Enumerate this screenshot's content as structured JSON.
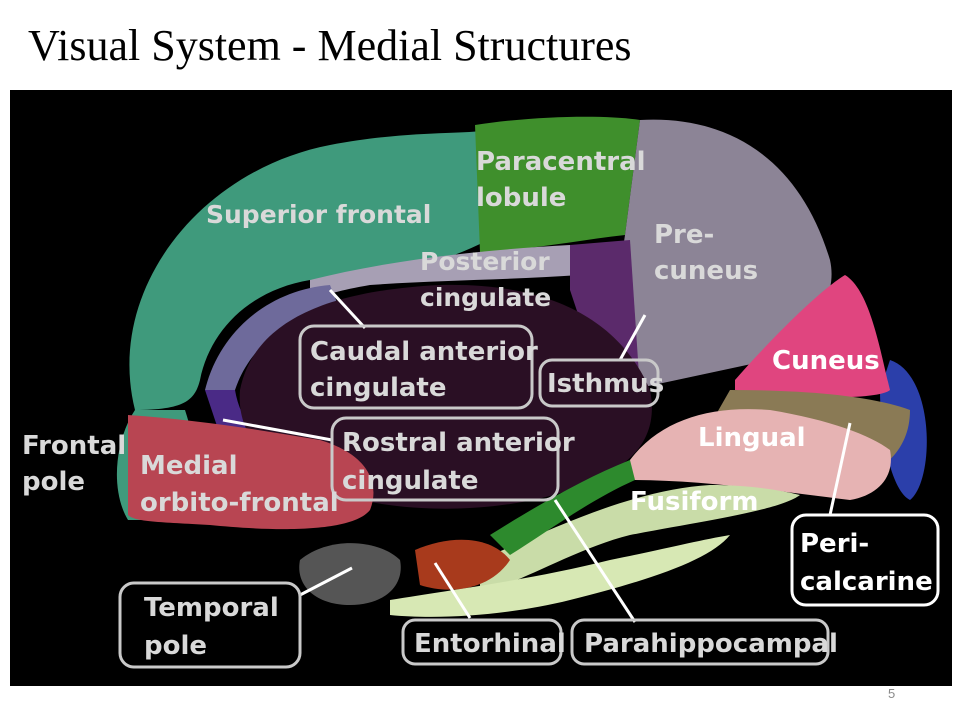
{
  "slide": {
    "title": "Visual System - Medial Structures",
    "page_number": "5"
  },
  "labels": {
    "paracentral_1": "Paracentral",
    "paracentral_2": "lobule",
    "superior_frontal": "Superior frontal",
    "precuneus_1": "Pre-",
    "precuneus_2": "cuneus",
    "posterior_cingulate_1": "Posterior",
    "posterior_cingulate_2": "cingulate",
    "caudal_anterior_cingulate_1": "Caudal anterior",
    "caudal_anterior_cingulate_2": "cingulate",
    "isthmus": "Isthmus",
    "cuneus": "Cuneus",
    "frontal_pole_1": "Frontal",
    "frontal_pole_2": "pole",
    "medial_orbitofrontal_1": "Medial",
    "medial_orbitofrontal_2": "orbito-frontal",
    "rostral_anterior_cingulate_1": "Rostral anterior",
    "rostral_anterior_cingulate_2": "cingulate",
    "lingual": "Lingual",
    "fusiform": "Fusiform",
    "pericalcarine_1": "Peri-",
    "pericalcarine_2": "calcarine",
    "temporal_pole_1": "Temporal",
    "temporal_pole_2": "pole",
    "entorhinal": "Entorhinal",
    "parahippocampal": "Parahippocampal"
  },
  "colors": {
    "superior_frontal": "#3f9a7c",
    "paracentral": "#3f8f2c",
    "precuneus": "#8c8496",
    "posterior_cingulate": "#a79fb4",
    "isthmus": "#5b2a6b",
    "cuneus": "#e0457f",
    "lingual": "#e6b3b3",
    "fusiform": "#c9dca8",
    "pericalcarine": "#8a7a55",
    "medial_orbitofrontal": "#b84552",
    "caudal_anterior_cingulate": "#6e6a9b",
    "rostral_anterior_cingulate": "#4a2a86",
    "parahippocampal": "#2d8a2d",
    "entorhinal": "#a83a1c",
    "temporal_pole": "#555555",
    "lateral_occipital": "#2b3faa"
  }
}
